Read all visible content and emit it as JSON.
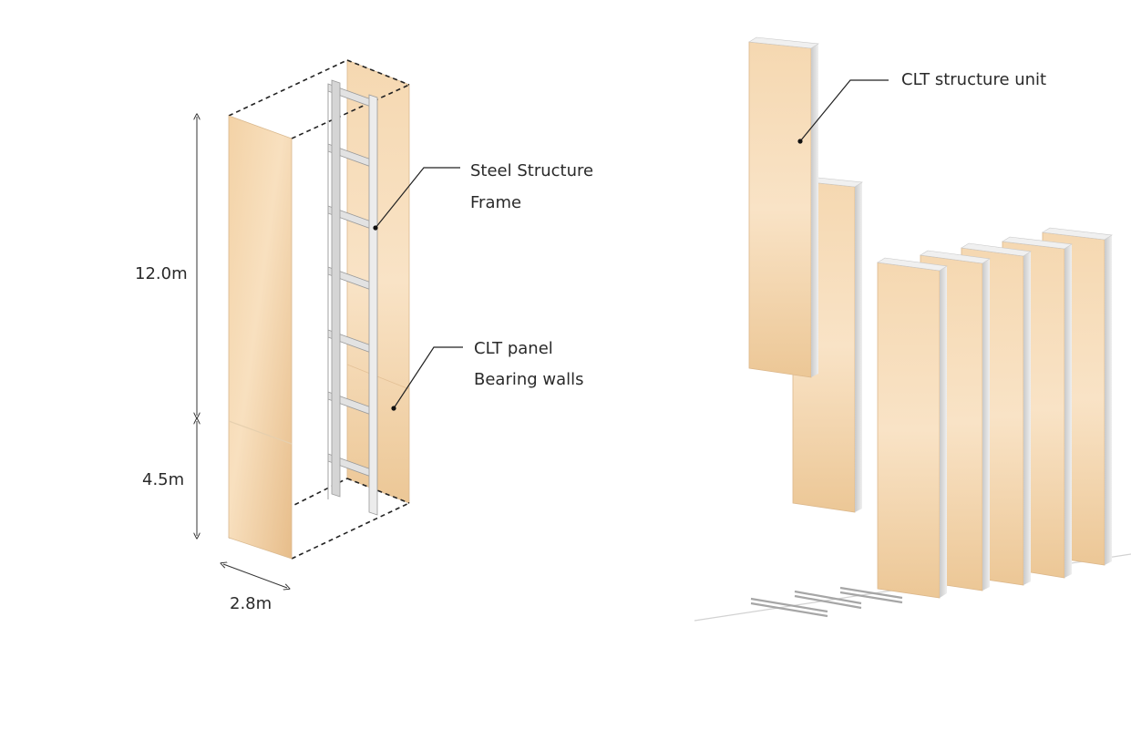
{
  "diagram": {
    "dimensions": {
      "height_upper": "12.0m",
      "height_lower": "4.5m",
      "width": "2.8m"
    },
    "labels": {
      "steel_frame_line1": "Steel Structure",
      "steel_frame_line2": "Frame",
      "clt_panel_line1": "CLT panel",
      "clt_panel_line2": "Bearing walls",
      "clt_unit": "CLT structure unit"
    },
    "colors": {
      "wood_light": "#f6dcb6",
      "wood_dark": "#e9c08c",
      "steel": "#dcdcdc",
      "line": "#222222"
    }
  }
}
